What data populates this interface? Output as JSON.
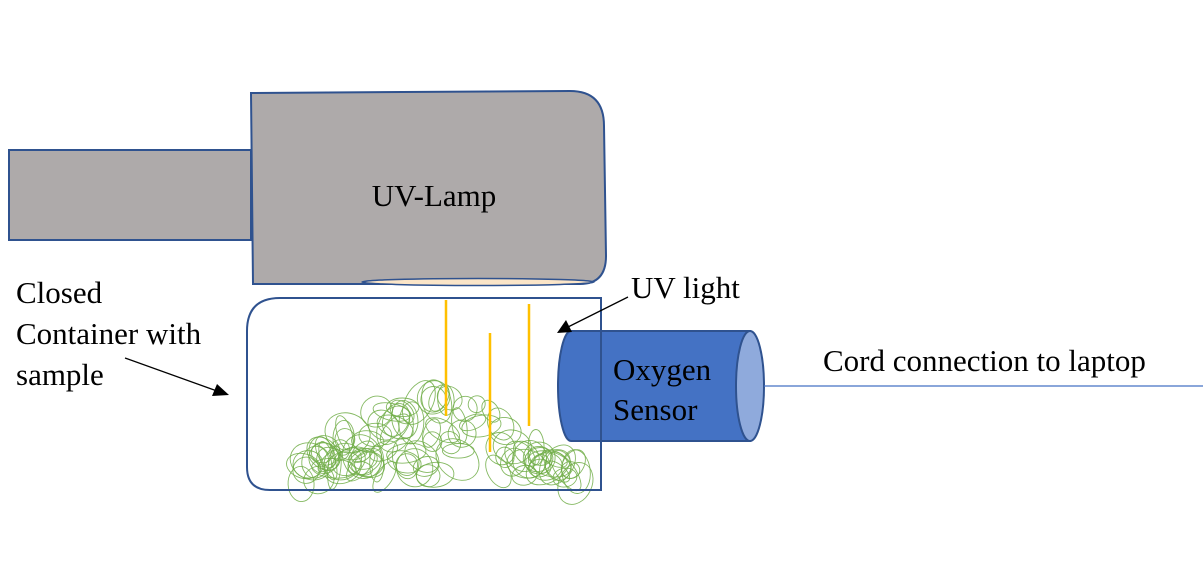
{
  "labels": {
    "uv_lamp": "UV-Lamp",
    "closed_container_line1": "Closed",
    "closed_container_line2": "Container with",
    "closed_container_line3": "sample",
    "uv_light": "UV light",
    "oxygen_sensor_line1": "Oxygen",
    "oxygen_sensor_line2": "Sensor",
    "cord_connection": "Cord connection to laptop"
  },
  "colors": {
    "lamp_fill": "#aeaaaa",
    "outline_blue": "#2f528f",
    "lens_fill": "#fbe5c8",
    "uv_ray": "#ffc000",
    "sensor_body": "#4472c4",
    "sensor_end": "#8faadc",
    "sample_green": "#70ad47",
    "cord_line": "#4472c4"
  }
}
